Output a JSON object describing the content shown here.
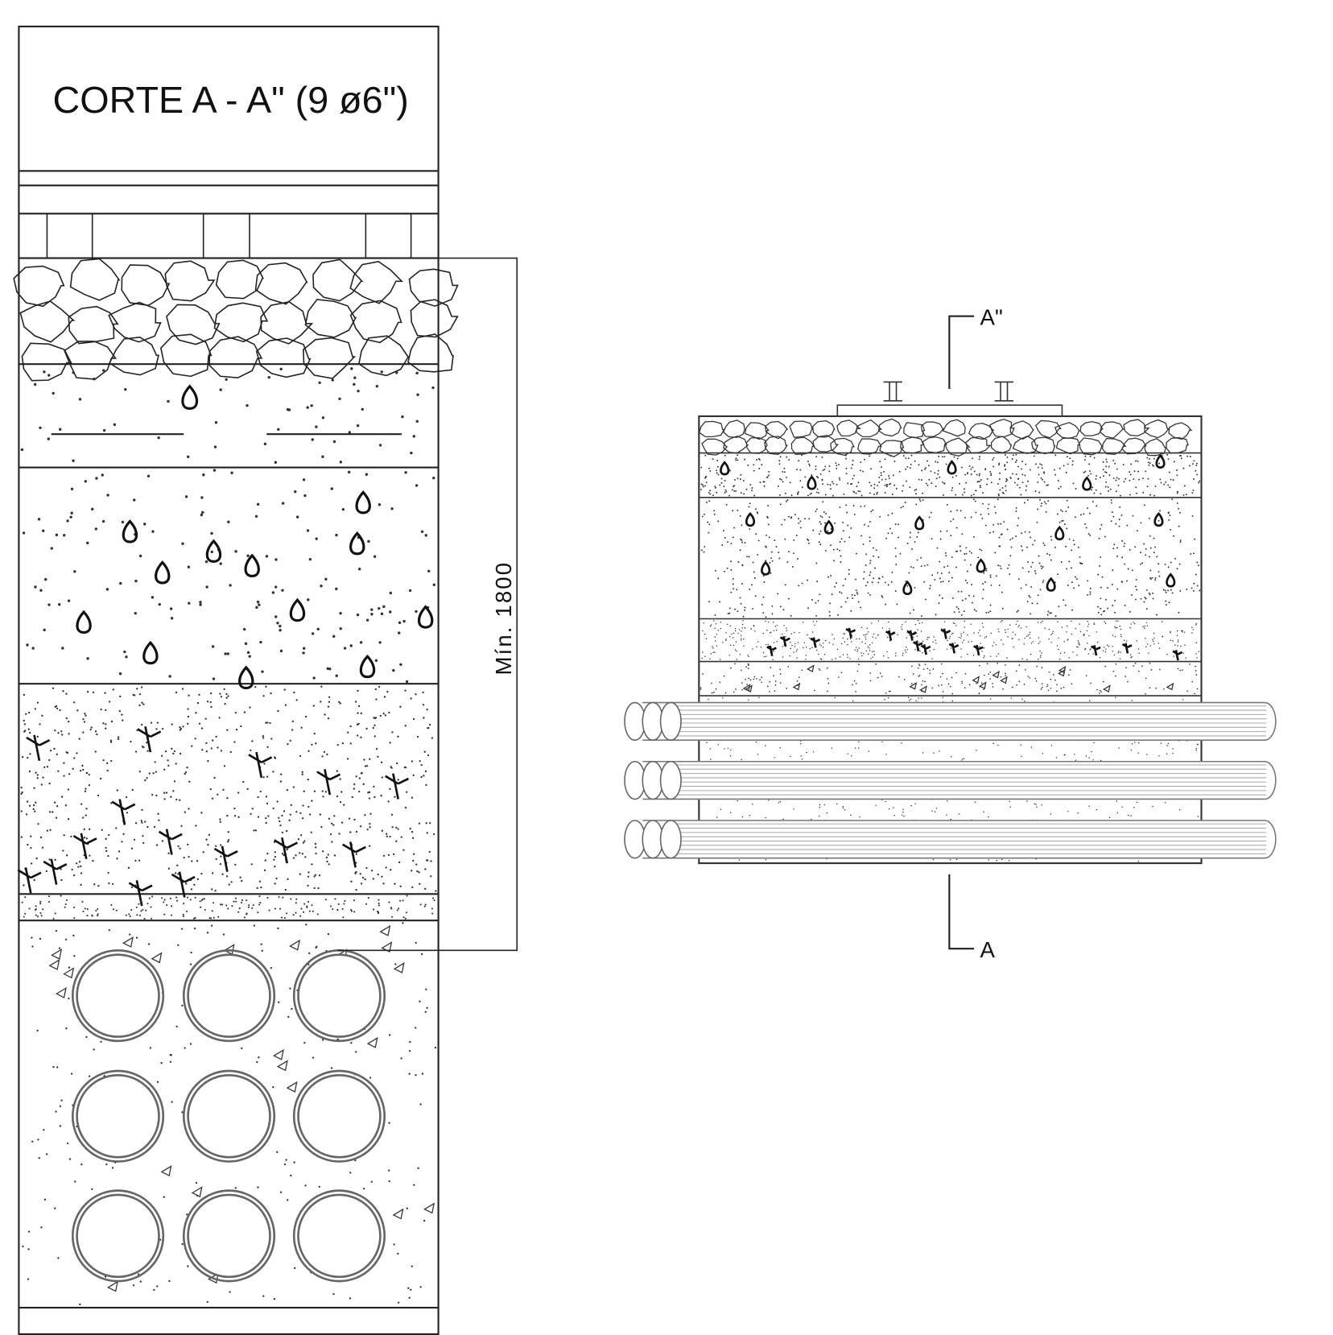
{
  "section": {
    "title": "CORTE A - A\" (9 ø6\")",
    "dimension_label": "Mín. 1800",
    "pipe_count": 9
  },
  "plan": {
    "cut_label_top": "A\"",
    "cut_label_bottom": "A",
    "pipe_rows": 3
  }
}
